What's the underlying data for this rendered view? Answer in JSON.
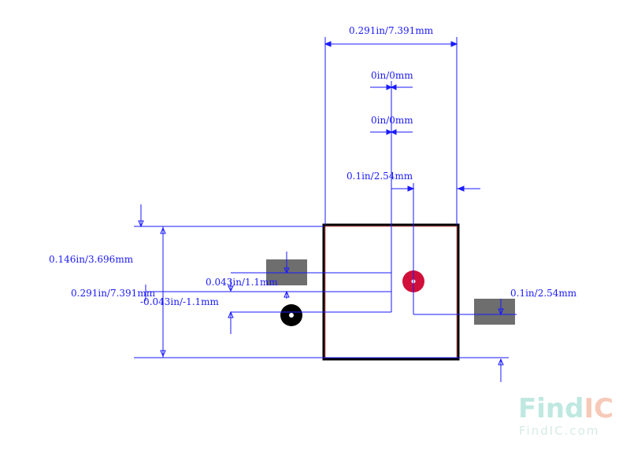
{
  "dimensions": {
    "width_top": "0.291in/7.391mm",
    "offset_a": "0in/0mm",
    "offset_b": "0in/0mm",
    "pitch_top": "0.1in/2.54mm",
    "height_left": "0.146in/3.696mm",
    "width_left": "0.291in/7.391mm",
    "offset_pos": "0.043in/1.1mm",
    "offset_neg": "-0.043in/-1.1mm",
    "pitch_right": "0.1in/2.54mm"
  },
  "watermark": {
    "brand_find": "Find",
    "brand_ic": "IC",
    "url": "FindIC.com"
  },
  "colors": {
    "dimension": "#1a1aff",
    "outline": "#000000",
    "pad": "#6e6e6e",
    "pin1": "#d0103a",
    "pin2": "#000000",
    "watermark_find": "#bfe8e0",
    "watermark_ic": "#f6c9b8"
  }
}
